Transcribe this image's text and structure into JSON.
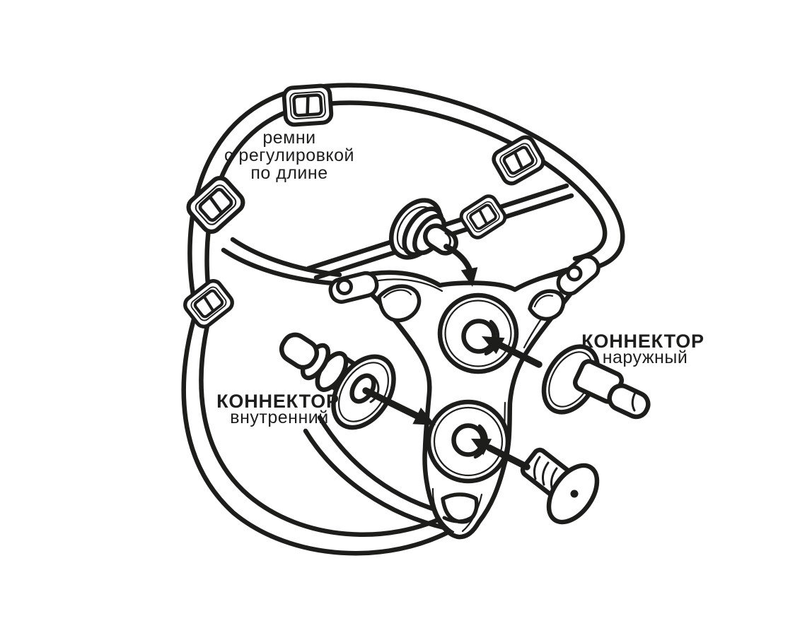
{
  "page": {
    "background": "#ffffff"
  },
  "diagram": {
    "ink_color": "#1d1d1b",
    "white": "#ffffff",
    "labels": {
      "straps": {
        "line1": "ремни",
        "line2": "с регулировкой",
        "line3": "по длине"
      },
      "connector_outer": {
        "title": "КОННЕКТОР",
        "subtitle": "наружный"
      },
      "connector_inner": {
        "title": "КОННЕКТОР",
        "subtitle": "внутренний"
      }
    }
  }
}
